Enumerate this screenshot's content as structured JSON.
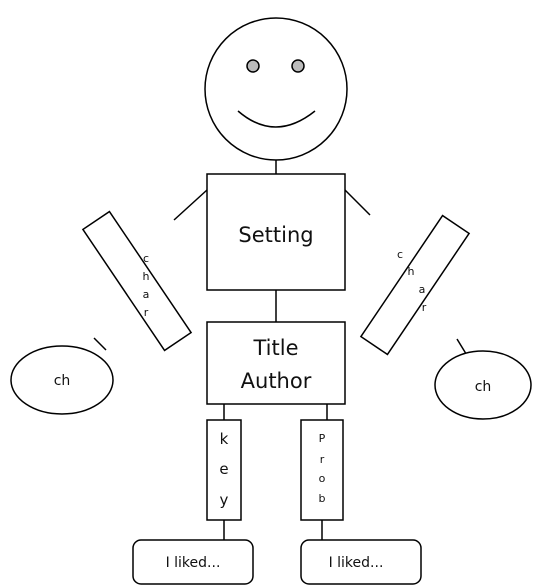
{
  "setting_box": {
    "label": "Setting"
  },
  "title_box": {
    "line1": "Title",
    "line2": "Author"
  },
  "left_arm": {
    "letters": [
      "c",
      "h",
      "a",
      "r"
    ]
  },
  "right_arm": {
    "letters": [
      "c",
      "h",
      "a",
      "r"
    ]
  },
  "left_hand": {
    "label": "ch"
  },
  "right_hand": {
    "label": "ch"
  },
  "left_leg": {
    "letters": [
      "k",
      "e",
      "y"
    ]
  },
  "right_leg": {
    "letters": [
      "P",
      "r",
      "o",
      "b"
    ]
  },
  "left_foot": {
    "label": "I liked..."
  },
  "right_foot": {
    "label": "I liked..."
  }
}
